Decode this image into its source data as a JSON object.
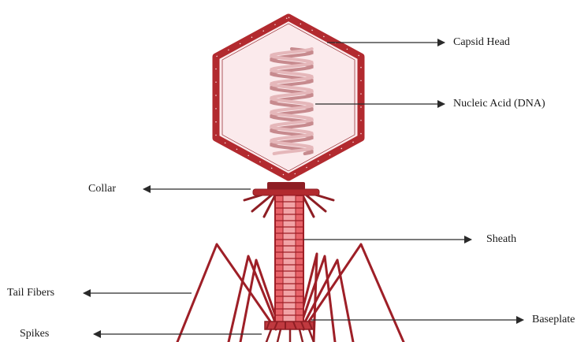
{
  "labels": {
    "capsid_head": "Capsid Head",
    "nucleic_acid": "Nucleic Acid (DNA)",
    "collar": "Collar",
    "sheath": "Sheath",
    "tail_fibers": "Tail Fibers",
    "baseplate": "Baseplate",
    "spikes": "Spikes"
  },
  "colors": {
    "outline": "#b22a2f",
    "outline_dark": "#8e1e24",
    "capsid_fill": "#fbeaec",
    "sheath_fill": "#e8646a",
    "sheath_core": "#f2a3a6",
    "dna": "#c78a8e",
    "arrow": "#2a2a2a"
  }
}
